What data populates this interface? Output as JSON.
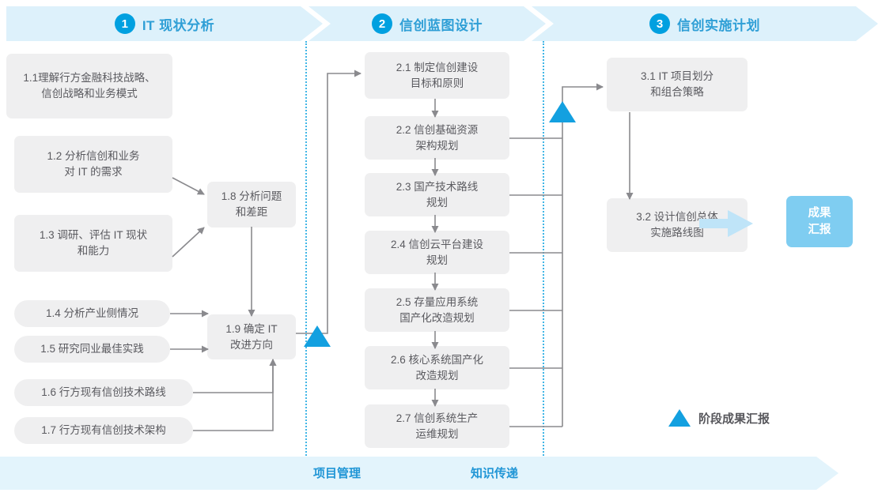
{
  "phases": [
    {
      "num": "1",
      "label": "IT 现状分析"
    },
    {
      "num": "2",
      "label": "信创蓝图设计"
    },
    {
      "num": "3",
      "label": "信创实施计划"
    }
  ],
  "nodes": {
    "n11": "1.1理解行方金融科技战略、\n信创战略和业务模式",
    "n12": "1.2 分析信创和业务\n对 IT 的需求",
    "n13": "1.3 调研、评估 IT 现状\n和能力",
    "n14": "1.4 分析产业侧情况",
    "n15": "1.5 研究同业最佳实践",
    "n16": "1.6 行方现有信创技术路线",
    "n17": "1.7 行方现有信创技术架构",
    "n18": "1.8 分析问题\n和差距",
    "n19": "1.9 确定 IT\n改进方向",
    "n21": "2.1 制定信创建设\n目标和原则",
    "n22": "2.2 信创基础资源\n架构规划",
    "n23": "2.3 国产技术路线\n规划",
    "n24": "2.4 信创云平台建设\n规划",
    "n25": "2.5 存量应用系统\n国产化改造规划",
    "n26": "2.6 核心系统国产化\n改造规划",
    "n27": "2.7 信创系统生产\n运维规划",
    "n31": "3.1 IT 项目划分\n和组合策略",
    "n32": "3.2 设计信创总体\n实施路线图",
    "result": "成果\n汇报"
  },
  "legend": {
    "label": "阶段成果汇报",
    "marker": "triangle-up"
  },
  "footer": {
    "left_label": "项目管理",
    "right_label": "知识传递"
  },
  "colors": {
    "banner_bg": "#ddf1fb",
    "footer_bg": "#e3f4fc",
    "accent": "#00a0e0",
    "phase_text": "#2f9fd6",
    "node_bg": "#efeff0",
    "node_text": "#5a5a5f",
    "result_bg": "#7fcdf1",
    "divider": "#41b6e6",
    "wire": "#8a8a8e"
  }
}
